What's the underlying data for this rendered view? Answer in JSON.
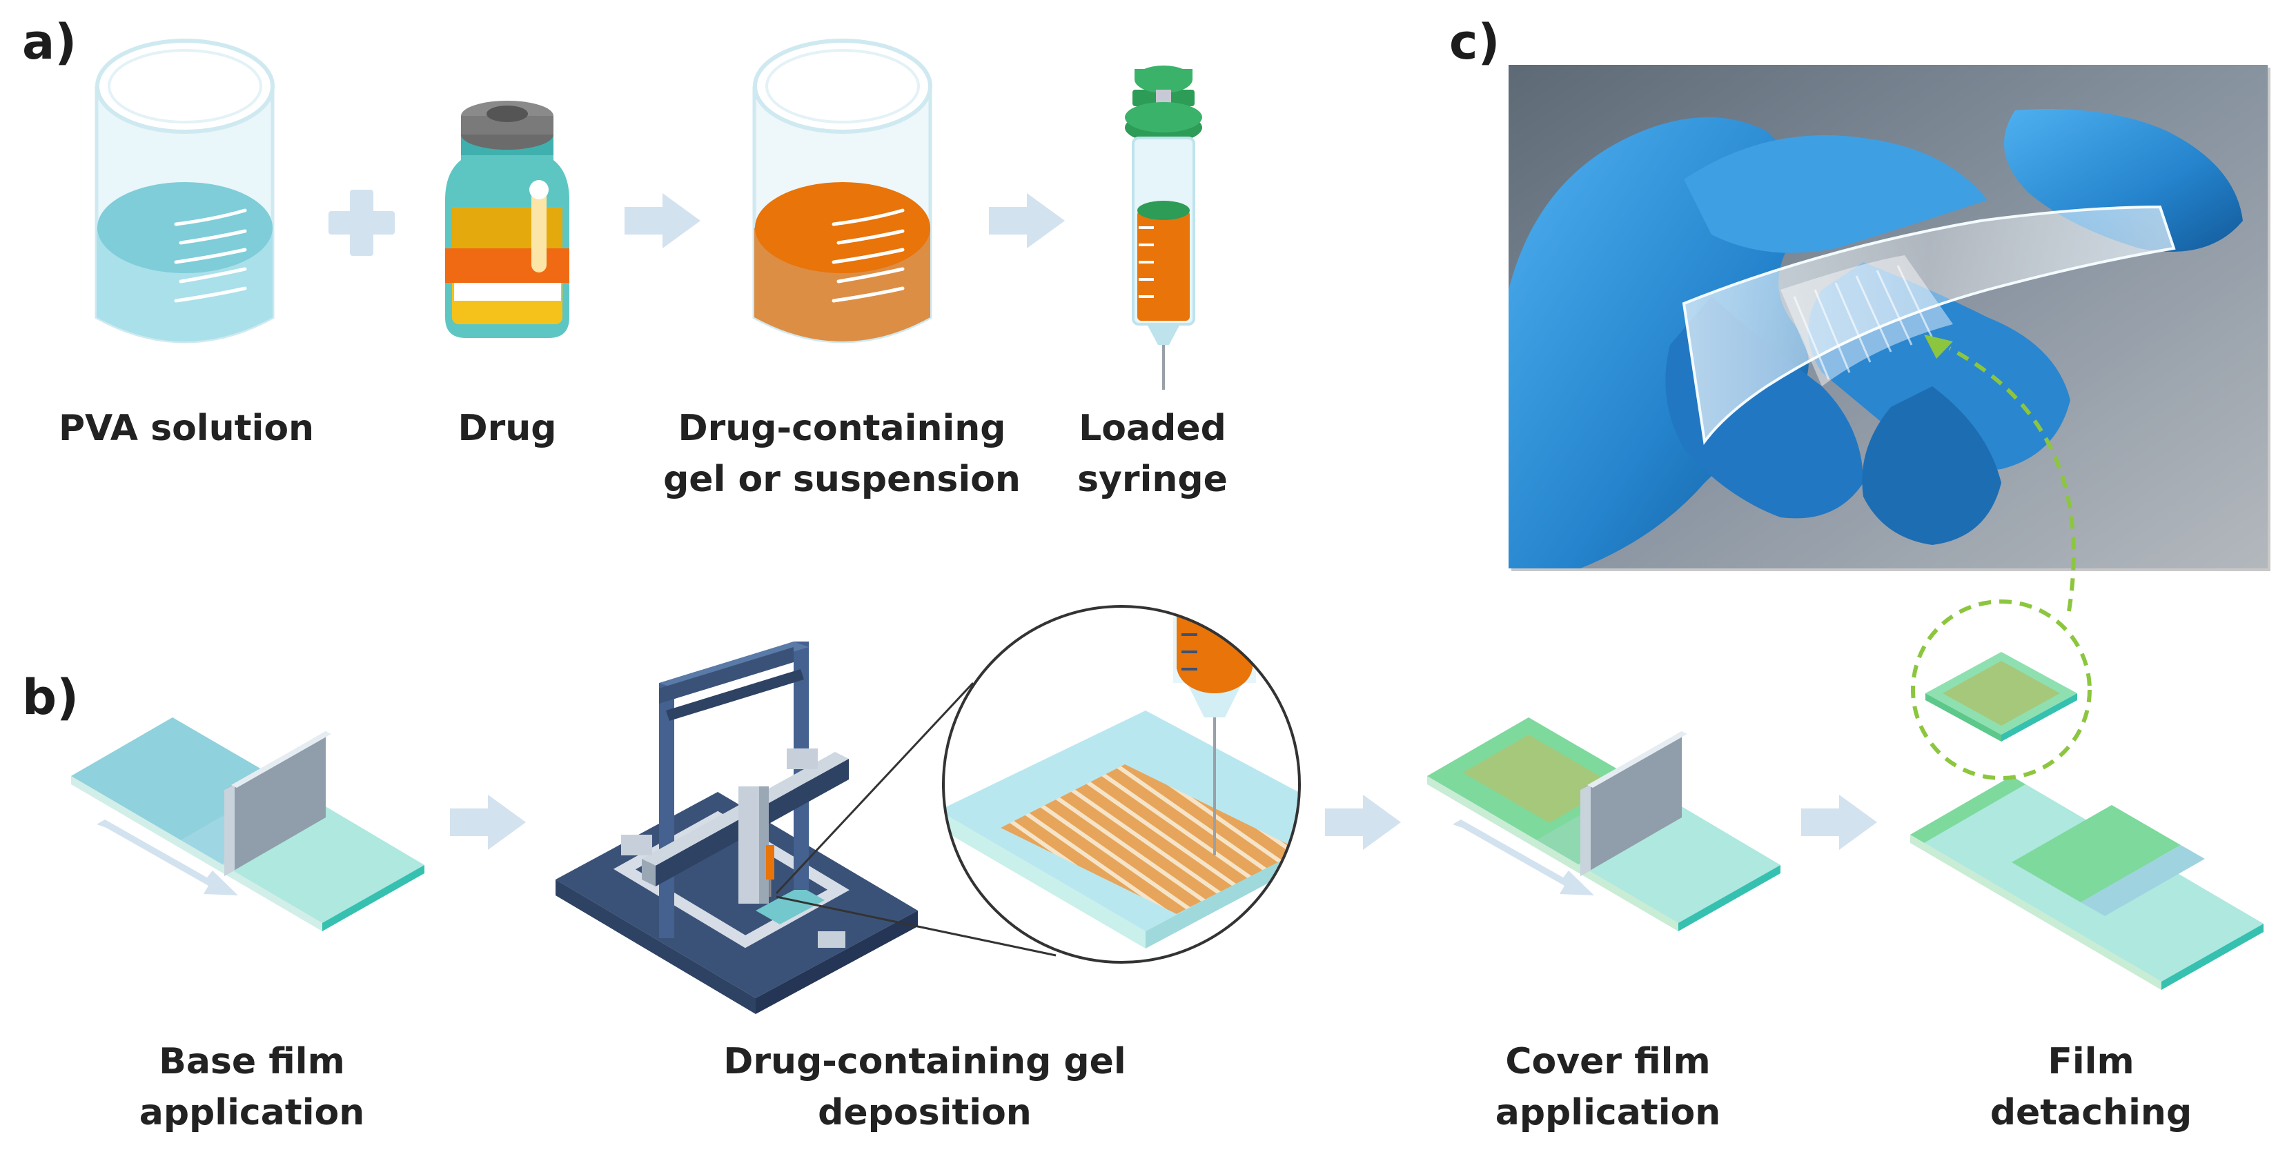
{
  "panels": {
    "a": "a)",
    "b": "b)",
    "c": "c)"
  },
  "labels": {
    "pva": "PVA solution",
    "drug": "Drug",
    "gel_line1": "Drug-containing",
    "gel_line2": "gel or suspension",
    "syringe_line1": "Loaded",
    "syringe_line2": "syringe",
    "base_line1": "Base film",
    "base_line2": "application",
    "deposition_line1": "Drug-containing gel",
    "deposition_line2": "deposition",
    "cover_line1": "Cover film",
    "cover_line2": "application",
    "detach_line1": "Film",
    "detach_line2": "detaching"
  },
  "colors": {
    "arrow": "#d3e2ef",
    "pva_liquid": "#8fd3dc",
    "gel_orange": "#e8740a",
    "film_teal": "#aeeae0",
    "film_green": "#7ed99d",
    "printer_blue": "#3b5278",
    "dashed_green": "#8cc63f",
    "glove_blue": "#2f8fd6"
  }
}
